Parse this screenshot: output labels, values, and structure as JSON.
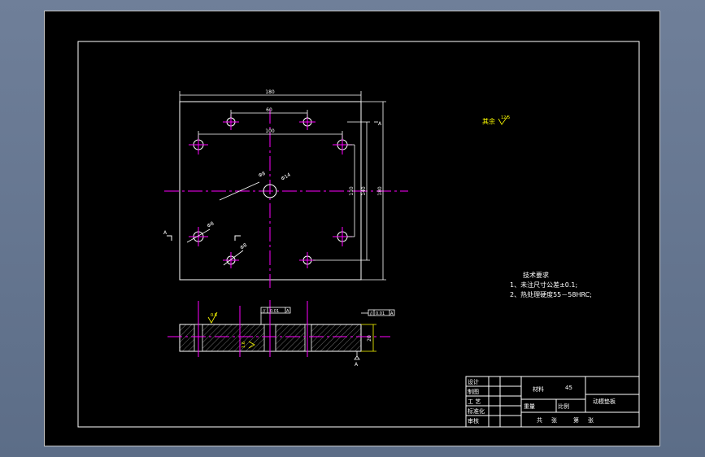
{
  "colors": {
    "background": "#000000",
    "line": "#ffffff",
    "centerline": "#ff00ff",
    "annotation": "#ffff00",
    "hatch": "#8a8a8a"
  },
  "drawing": {
    "dimensions": {
      "top_width": "180",
      "hole_span_top": "60",
      "hole_span_mid": "100",
      "right_height": "180",
      "inner_height_1": "140",
      "inner_height_2": "110",
      "dia_center": "Φ14",
      "dia_hole_a": "Φ8",
      "dia_hole_b": "Φ8",
      "dia_hole_c": "Φ8",
      "thickness": "20",
      "section_left": "A",
      "section_right": "A"
    },
    "roughness": {
      "rest_label": "其余",
      "rest_value": "12.5",
      "side_value": "0.8",
      "mid_value": "1.6"
    },
    "gdt": {
      "frame_1_symbol": "//",
      "frame_1_value": "0.01",
      "frame_1_ref": "A",
      "frame_2_symbol": "//",
      "frame_2_value": "0.01",
      "frame_2_ref": "A",
      "datum": "A"
    },
    "tech_requirements": {
      "title": "技术要求",
      "line1": "1、未注尺寸公差±0.1;",
      "line2": "2、热处理硬度55－58HRC;"
    },
    "title_block": {
      "design": "设计",
      "draw": "制图",
      "process": "工 艺",
      "standard": "标准化",
      "review": "审核",
      "material_label": "材料",
      "material_value": "45",
      "weight": "重量",
      "scale": "比例",
      "total": "共",
      "sheet_unit": "张",
      "page": "第",
      "page_unit": "张",
      "part_name": "动模垫板"
    }
  }
}
